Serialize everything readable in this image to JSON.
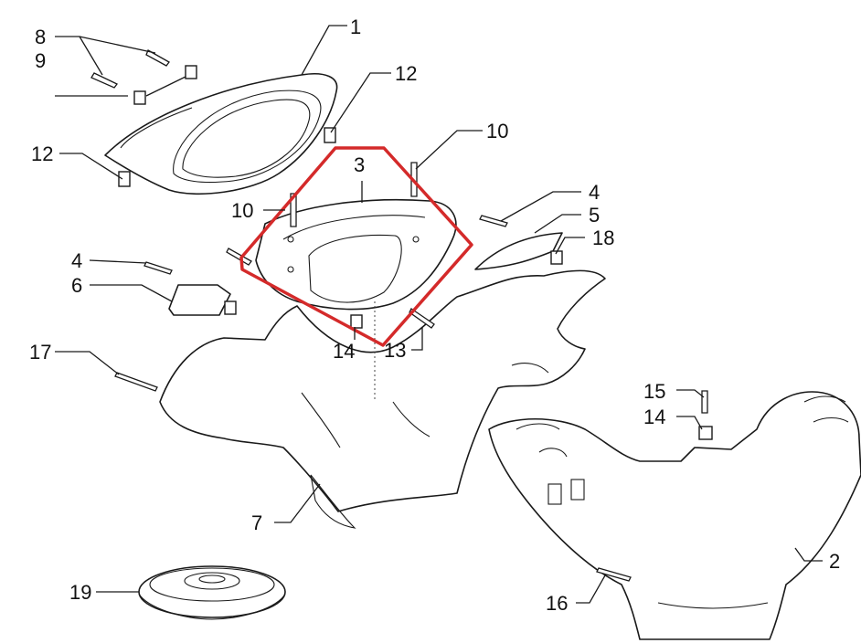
{
  "highlight_color": "#d42a2a",
  "callouts": {
    "c1": "1",
    "c2": "2",
    "c3": "3",
    "c4a": "4",
    "c4b": "4",
    "c5": "5",
    "c6": "6",
    "c7": "7",
    "c8": "8",
    "c9": "9",
    "c10a": "10",
    "c10b": "10",
    "c12a": "12",
    "c12b": "12",
    "c13": "13",
    "c14a": "14",
    "c14b": "14",
    "c15": "15",
    "c16": "16",
    "c17": "17",
    "c18": "18",
    "c19": "19"
  }
}
